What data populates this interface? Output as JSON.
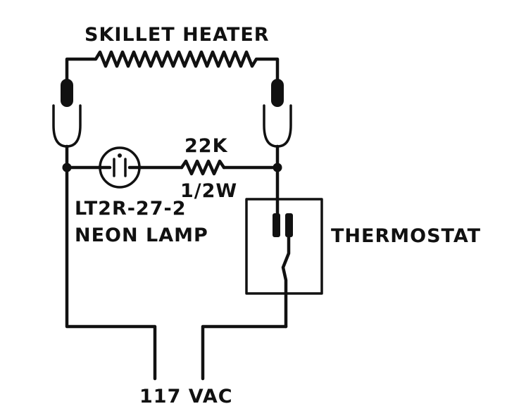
{
  "labels": {
    "heater": "SKILLET HEATER",
    "resistor_value": "22K",
    "resistor_power": "1/2W",
    "lamp_part": "LT2R-27-2",
    "lamp_name": "NEON LAMP",
    "thermostat": "THERMOSTAT",
    "supply": "117 VAC"
  },
  "icons": {
    "heater": "resistor-zigzag-icon",
    "connector": "plug-connector-icon",
    "lamp": "neon-lamp-icon",
    "resistor": "resistor-icon",
    "thermostat": "thermostat-contact-icon"
  }
}
